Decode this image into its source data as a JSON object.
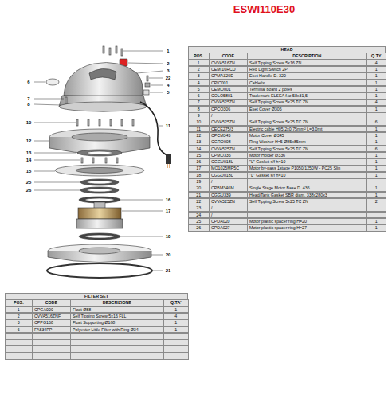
{
  "diagram": {
    "title": "ESWI110E30",
    "labels": [
      "1",
      "2",
      "3",
      "22",
      "4",
      "5",
      "6",
      "7",
      "8",
      "10",
      "11",
      "12",
      "13",
      "14",
      "15",
      "25",
      "26",
      "16",
      "17",
      "18",
      "20",
      "21",
      "HEAD",
      "POS.",
      "CODE",
      "DESCRIPTION",
      "Q.TY",
      "1",
      "CVVA516ZN",
      "Self Tipping Screw 5x16 ZN",
      "4",
      "2",
      "CEMI16RCD",
      "Red Light Switch 2P",
      "1",
      "3",
      "CPMA320E",
      "Eset Handle D. 320",
      "1",
      "4",
      "CPIC001",
      "Cablefix",
      "1",
      "5",
      "CEMO001",
      "Terminal board 2 poles",
      "1",
      "6",
      "COLO5801",
      "Trademark ELSEA f.to 58x31,5",
      "1",
      "7",
      "CVVA525ZN",
      "Self Tipping Screw 5x25 TC ZN",
      "4",
      "8",
      "CPCO306",
      "Eset Cover Ø306",
      "1",
      "9",
      "/",
      "10",
      "CVVA525ZN",
      "Self Tipping Screw 5x25 TC ZN",
      "6",
      "11",
      "CECE275/3",
      "Electric cable H05 2x0,75mm² L=3,0mt",
      "1",
      "12",
      "CPCM345",
      "Motor Cover Ø345",
      "1",
      "13",
      "CGRO008",
      "Ring Washer H=5 Ø85x85mm",
      "1",
      "14",
      "CVVA525ZN",
      "Self Tipping Screw 5x25 TC ZN",
      "6",
      "15",
      "CPMO336",
      "Motor Holder Ø336",
      "1",
      "16",
      "CGGU018L",
      "\"L\" Gasket s/f h=10",
      "1",
      "17",
      "MO1025MP5C",
      "Motor by-pass 1stage P1050/1250W - PC25 Slin",
      "1",
      "18",
      "CGGU018L",
      "\"L\" Gasket s/f h=10",
      "1",
      "19",
      "/",
      "20",
      "CPBM346M",
      "Single Stage Motor Base D. 436",
      "1",
      "21",
      "CGGU339",
      "Head/Tank Gasket SBR diam. 338x280x3",
      "1",
      "22",
      "CVVA525ZN",
      "Self Tipping Screw 5x25 TC ZN",
      "2",
      "23",
      "/",
      "24",
      "/",
      "25",
      "CPDA020",
      "Motor plastic spacer ring H=20",
      "1",
      "26",
      "CPDA027",
      "Motor plastic spacer ring H=27",
      "1",
      "FILTER SET",
      "POS.",
      "CODE",
      "DESCRIZIONE",
      "Q.TA'",
      "1",
      "CPGA000",
      "Float Ø88",
      "1",
      "2",
      "CVVA516ZNF",
      "Self Tipping Screw 5x16 FLL",
      "4",
      "3",
      "CPPG168",
      "Float Supporting Ø168",
      "1",
      "6",
      "FA834PP",
      "Polyester Little Filter with Ring Ø34",
      "1"
    ]
  }
}
